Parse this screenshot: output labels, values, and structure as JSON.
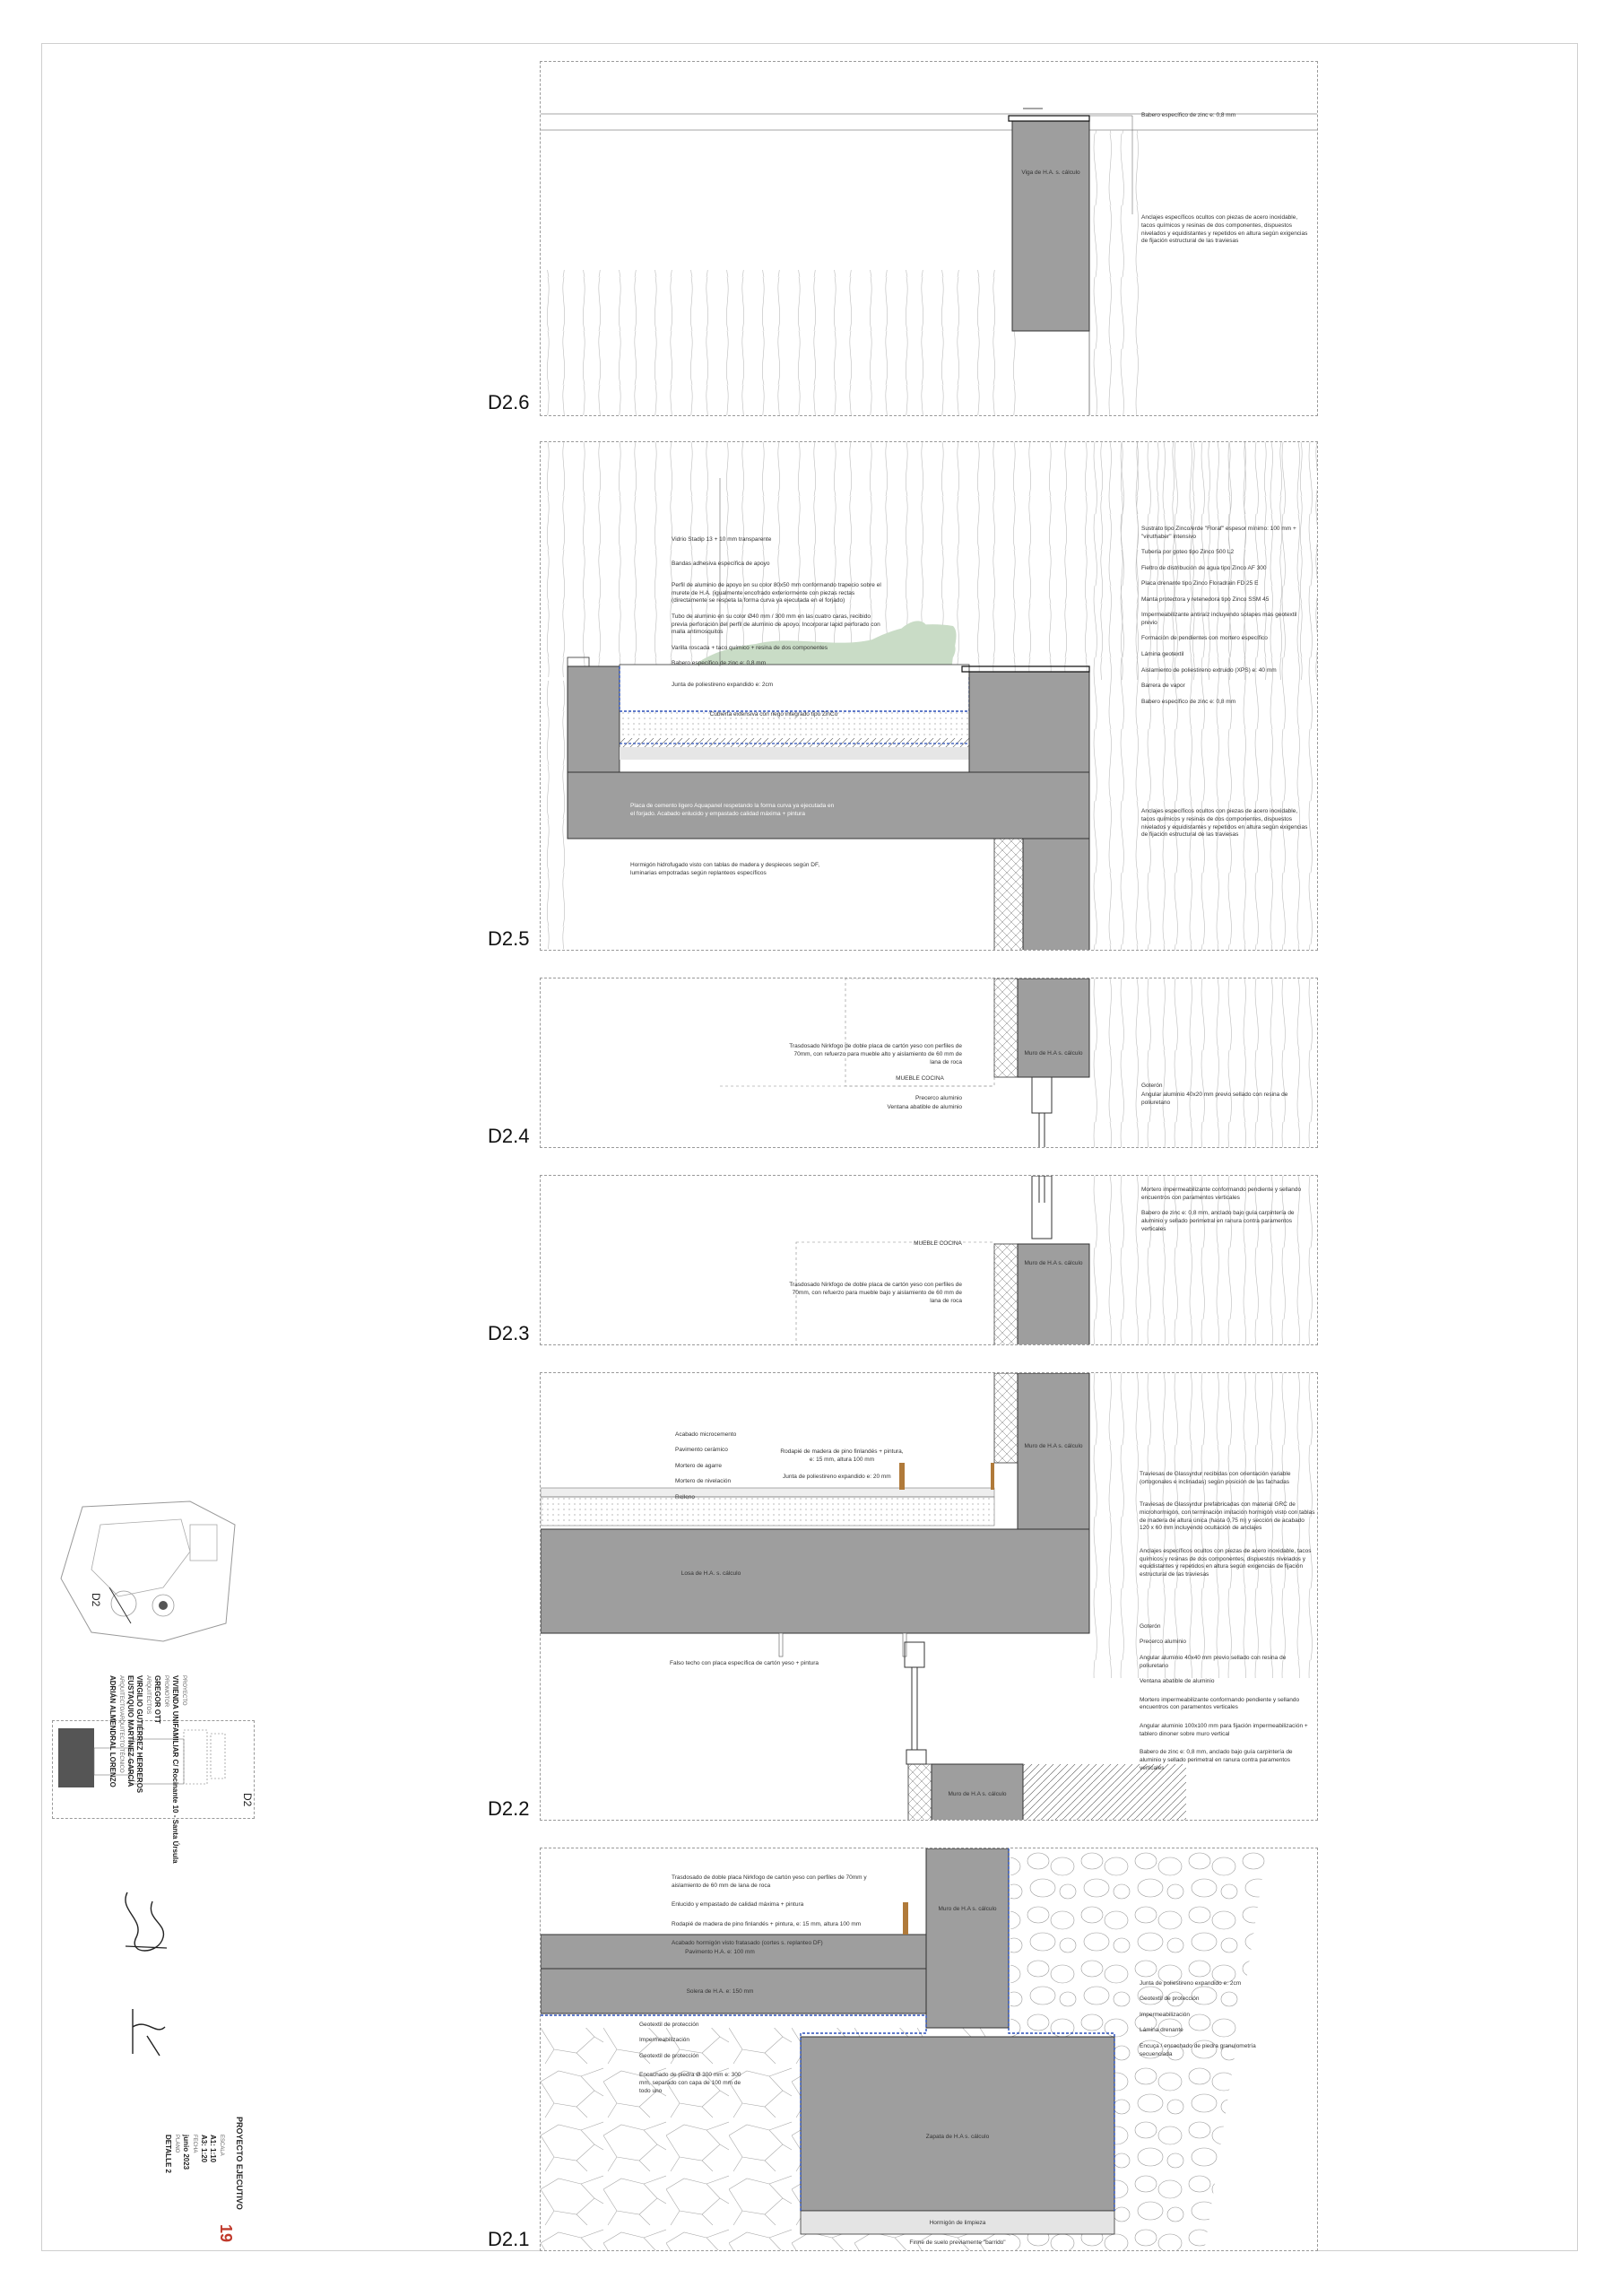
{
  "details": [
    {
      "id": "D2.6",
      "right_notes": [
        "Babero específico de zinc e: 0,8 mm",
        "Anclajes específicos ocultos con piezas de acero inoxidable, tacos químicos y resinas de dos componentes, dispuestos nivelados y equidistantes y repetidos en altura según exigencias de fijación estructural de las traviesas"
      ],
      "inner_labels": [
        "Viga de H.A. s. cálculo"
      ]
    },
    {
      "id": "D2.5",
      "left_notes": [
        "Vidrio Stadip 13 + 10 mm transparente",
        "Bandas adhesiva específica de apoyo",
        "Perfil de aluminio de apoyo en su color 80x50 mm conformando trapecio sobre el murete de H.A. (igualmente encofrado exteriormente con piezas rectas (directamente se respeta la forma curva ya ejecutada en el forjado)",
        "Tubo de aluminio en su color Ø40 mm / 300 mm en las cuatro caras, recibido previa perforación del perfil de aluminio de apoyo. Incorporar lapid perforado con malla antimosquitos",
        "Varilla roscada + taco químico + resina de dos componentes",
        "Babero específico de zinc e: 0,8 mm",
        "Junta de poliestireno expandido e: 2cm",
        "Placa de cemento ligero Aquapanel respetando la forma curva ya ejecutada en el forjado. Acabado enlucido y empastado calidad máxima + pintura",
        "Hormigón hidrofugado visto con tablas de madera y despieces según DF, luminarias empotradas según replanteos específicos"
      ],
      "right_notes": [
        "Sustrato tipo Zinco/erde \"Floraf\" espesor mínimo: 100 mm + \"viruthaber\" intensivo",
        "Tubería por goteo tipo Zinco 500 L2",
        "Fieltro de distribución de agua tipo Zinco AF 300",
        "Placa drenante tipo Zinco Floradrain FD 25 E",
        "Manta protectora y retenedora tipo Zinco SSM 45",
        "Impermeabilizante antiraíz incluyendo solapes más geotextil previo",
        "Formación de pendientes con mortero específico",
        "Lámina geotextil",
        "Aislamiento de poliestireno extruido (XPS) e: 40 mm",
        "Barrera de vapor",
        "Babero específico de zinc e: 0,8 mm",
        "Anclajes específicos ocultos con piezas de acero inoxidable, tacos químicos y resinas de dos componentes, dispuestos nivelados y equidistantes y repetidos en altura según exigencias de fijación estructural de las traviesas"
      ],
      "inner_labels": [
        "Cubierta extensiva con riego integrado tipo ZinCo"
      ]
    },
    {
      "id": "D2.4",
      "left_notes": [
        "Trasdosado Nirkfogo de doble placa de cartón yeso con perfiles de 70mm, con refuerzo para mueble alto y aislamiento de 60 mm de lana de roca",
        "Precerco aluminio",
        "Ventana abatible de aluminio"
      ],
      "right_notes": [
        "Goterón",
        "Angular aluminio 40x20 mm previo sellado con resina de poliuretano"
      ],
      "inner_labels": [
        "Muro de H.A s. cálculo",
        "MUEBLE COCINA"
      ]
    },
    {
      "id": "D2.3",
      "left_notes": [
        "Trasdosado Nirkfogo de doble placa de cartón yeso con perfiles de 70mm, con refuerzo para mueble bajo y aislamiento de 60 mm de lana de roca"
      ],
      "right_notes": [
        "Mortero impermeabilizante conformando pendiente y sellando encuentros con paramentos verticales",
        "Babero de zinc e: 0,8 mm, anclado bajo guía carpintería de aluminio y sellado perimetral en ranura contra paramentos verticales"
      ],
      "inner_labels": [
        "Muro de H.A s. cálculo",
        "MUEBLE COCINA"
      ]
    },
    {
      "id": "D2.2",
      "left_notes": [
        "Acabado microcemento",
        "Pavimento cerámico",
        "Mortero de agarre",
        "Mortero de nivelación",
        "Relleno",
        "Rodapié de madera de pino finlandés + pintura, e: 15 mm, altura 100 mm",
        "Junta de poliestireno expandido e: 20 mm",
        "Falso techo con placa específica de cartón yeso + pintura"
      ],
      "right_notes": [
        "Traviesas de Glassyrdur recibidas con orientación variable (ortogonales e inclinadas) según posición de las fachadas",
        "Traviesas de Glassyrdur prefabricadas con material GRC de microhormigón, con terminación imitación hormigón visto con tablas de madera de altura única (hasta 0,75 m) y sección de acabado 120 x 60 mm incluyendo ocultación de anclajes",
        "Anclajes específicos ocultos con piezas de acero inoxidable, tacos químicos y resinas de dos componentes, dispuestos nivelados y equidistantes y repetidos en altura según exigencias de fijación estructural de las traviesas",
        "Goterón",
        "Precerco aluminio",
        "Angular aluminio 40x40 mm previo sellado con resina de poliuretano",
        "Ventana abatible de aluminio",
        "Mortero impermeabilizante conformando pendiente y sellando encuentros con paramentos verticales",
        "Angular aluminio 100x100 mm para fijación impermeabilización + tablero dinoner sobre muro vertical",
        "Babero de zinc e: 0,8 mm, anclado bajo guía carpintería de aluminio y sellado perimetral en ranura contra paramentos verticales"
      ],
      "inner_labels": [
        "Losa de H.A. s. cálculo",
        "Muro de H.A s. cálculo",
        "Muro de H.A s. cálculo"
      ]
    },
    {
      "id": "D2.1",
      "left_notes": [
        "Trasdosado de doble placa Nirkfogo de cartón yeso con perfiles de 70mm y aislamiento de 60 mm de lana de roca",
        "Enlucido y empastado de calidad máxima + pintura",
        "Rodapié de madera de pino finlandés + pintura, e: 15 mm, altura 100 mm",
        "Acabado hormigón visto fratasado (cortes s. replanteo DF)",
        "Geotextil de protección",
        "Impermeabilización",
        "Geotextil de protección",
        "Encachado de piedra Ø 300 mm e: 300 mm, separado con capa de 100 mm de todo uno"
      ],
      "right_notes": [
        "Junta de poliestireno expandido e: 2cm",
        "Geotextil de protección",
        "Impermeabilización",
        "Lámina drenante",
        "Encuça / encachado de piedra granulometría secuenciada"
      ],
      "inner_labels": [
        "Muro de H.A s. cálculo",
        "Pavimento H.A. e: 100 mm",
        "Solera de H.A. e: 150 mm",
        "Zapata de H.A s. cálculo",
        "Hormigón de limpieza",
        "Firme de suelo previamente \"barrido\""
      ]
    }
  ],
  "title_block": {
    "proyecto_label": "PROYECTO",
    "proyecto": "VIVIENDA UNIFAMILIAR   C/ Rocinante 10 - Santa Úrsula",
    "promotor_label": "PROMOTOR",
    "promotor": "GREGOR OTT",
    "arquitectos_label": "ARQUITECTOS",
    "arquitecto_1": "VIRGILIO GUTIÉRREZ HERREROS",
    "arquitecto_2": "EUSTAQUIO MARTÍNEZ GARCÍA",
    "aparejador_label": "ARQUITECTO/ARQUITECTO TÉCNICO",
    "aparejador": "ADRIÁN ALMENDRAL LORENZO",
    "estado": "PROYECTO EJECUTIVO",
    "plano_num": "19",
    "escala_label": "ESCALA",
    "escala_1": "A1: 1:10",
    "escala_2": "A3: 1:20",
    "fecha_label": "FECHA",
    "fecha": "junio 2023",
    "plano_label": "PLANO",
    "plano": "DETALLE 2"
  },
  "key_plan": {
    "label": "D2",
    "strip_label": "D2"
  }
}
